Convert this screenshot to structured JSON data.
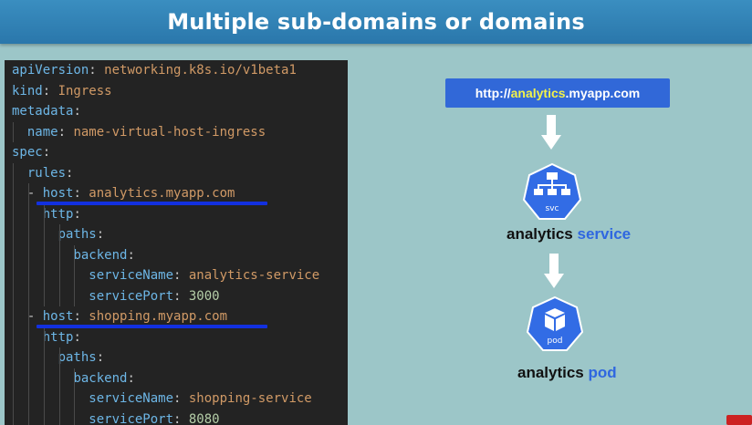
{
  "slide": {
    "title": "Multiple sub-domains or domains"
  },
  "code": {
    "lines": [
      {
        "key": "apiVersion",
        "sep": ": ",
        "value": "networking.k8s.io/v1beta1"
      },
      {
        "key": "kind",
        "sep": ": ",
        "value": "Ingress"
      },
      {
        "key": "metadata",
        "sep": ":",
        "value": ""
      },
      {
        "key": "name",
        "sep": ": ",
        "value": "name-virtual-host-ingress"
      },
      {
        "key": "spec",
        "sep": ":",
        "value": ""
      },
      {
        "key": "rules",
        "sep": ":",
        "value": ""
      },
      {
        "dash": "- ",
        "key": "host",
        "sep": ": ",
        "value": "analytics.myapp.com"
      },
      {
        "key": "http",
        "sep": ":",
        "value": ""
      },
      {
        "key": "paths",
        "sep": ":",
        "value": ""
      },
      {
        "key": "backend",
        "sep": ":",
        "value": ""
      },
      {
        "key": "serviceName",
        "sep": ": ",
        "value": "analytics-service"
      },
      {
        "key": "servicePort",
        "sep": ": ",
        "value": "3000"
      },
      {
        "dash": "- ",
        "key": "host",
        "sep": ": ",
        "value": "shopping.myapp.com"
      },
      {
        "key": "http",
        "sep": ":",
        "value": ""
      },
      {
        "key": "paths",
        "sep": ":",
        "value": ""
      },
      {
        "key": "backend",
        "sep": ":",
        "value": ""
      },
      {
        "key": "serviceName",
        "sep": ": ",
        "value": "shopping-service"
      },
      {
        "key": "servicePort",
        "sep": ": ",
        "value": "8080"
      }
    ]
  },
  "diagram": {
    "url_prefix": "http://",
    "url_highlight": "analytics",
    "url_suffix": ".myapp.com",
    "service_icon_text": "svc",
    "service_label_plain": "analytics",
    "service_label_accent": "service",
    "pod_icon_text": "pod",
    "pod_label_plain": "analytics",
    "pod_label_accent": "pod"
  },
  "colors": {
    "background": "#9cc6c8",
    "title_bar": "#2f80b5",
    "code_background": "#232323",
    "k8s_blue": "#326ce5",
    "underline": "#1230e0",
    "url_highlight": "#f2f24a"
  }
}
